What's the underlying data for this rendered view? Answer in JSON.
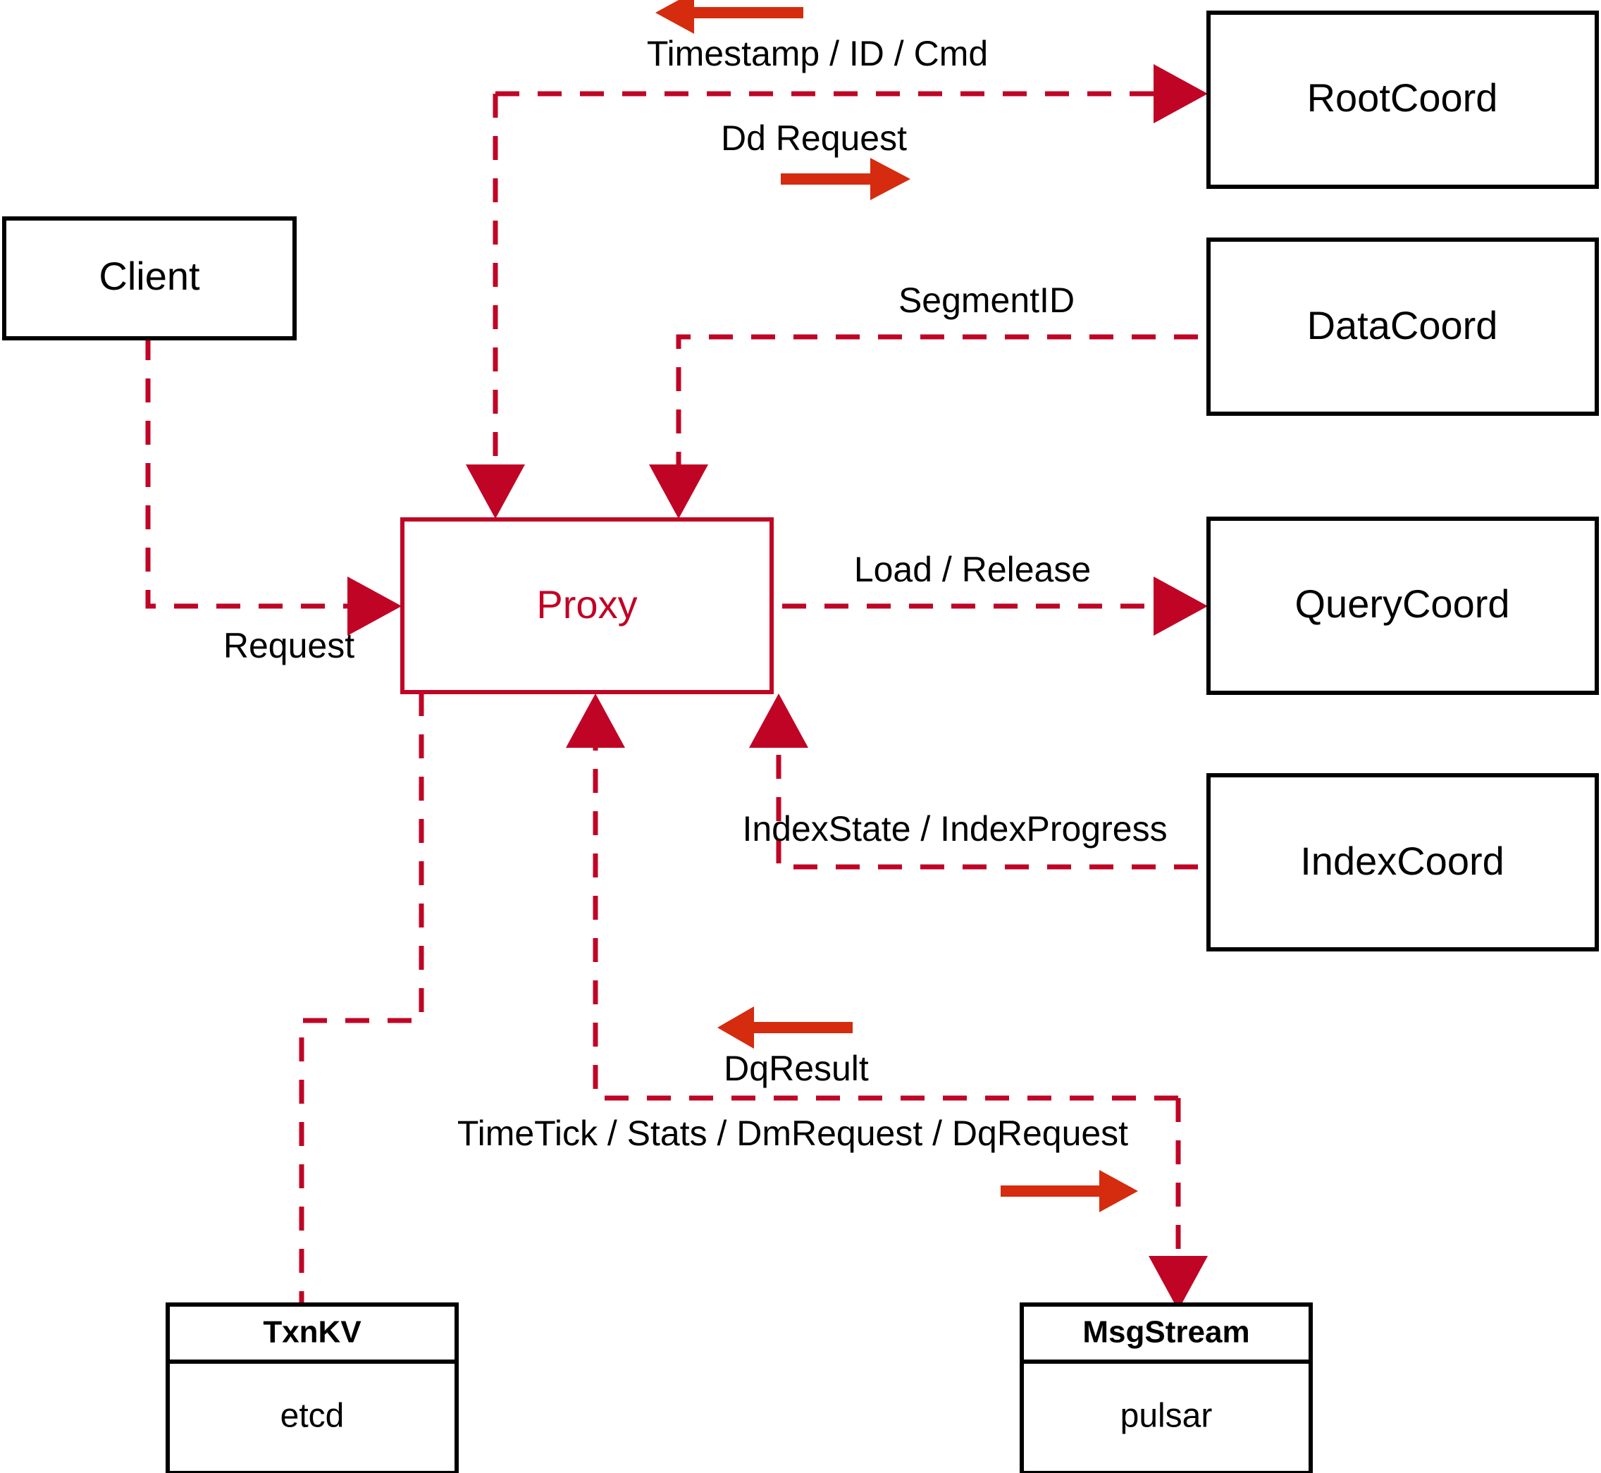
{
  "diagram": {
    "title": "Milvus Proxy interaction diagram",
    "colors": {
      "flow": "#C00425",
      "accent_arrow": "#D52B0E",
      "node_border": "#000000",
      "background": "#ffffff"
    },
    "nodes": [
      {
        "id": "client",
        "label": "Client",
        "style": "black"
      },
      {
        "id": "proxy",
        "label": "Proxy",
        "style": "red"
      },
      {
        "id": "rootcoord",
        "label": "RootCoord",
        "style": "black"
      },
      {
        "id": "datacoord",
        "label": "DataCoord",
        "style": "black"
      },
      {
        "id": "querycoord",
        "label": "QueryCoord",
        "style": "black"
      },
      {
        "id": "indexcoord",
        "label": "IndexCoord",
        "style": "black"
      },
      {
        "id": "txnkv",
        "label": "TxnKV",
        "sub": "etcd",
        "style": "black-split"
      },
      {
        "id": "msgstream",
        "label": "MsgStream",
        "sub": "pulsar",
        "style": "black-split"
      }
    ],
    "edges": [
      {
        "id": "client-proxy",
        "label": "Request",
        "from": "client",
        "to": "proxy"
      },
      {
        "id": "proxy-rootcoord",
        "label": "Dd Request",
        "from": "proxy",
        "to": "rootcoord"
      },
      {
        "id": "rootcoord-proxy",
        "label": "Timestamp / ID / Cmd",
        "from": "rootcoord",
        "to": "proxy"
      },
      {
        "id": "datacoord-proxy",
        "label": "SegmentID",
        "from": "datacoord",
        "to": "proxy"
      },
      {
        "id": "proxy-querycoord",
        "label": "Load / Release",
        "from": "proxy",
        "to": "querycoord"
      },
      {
        "id": "indexcoord-proxy",
        "label": "IndexState / IndexProgress",
        "from": "indexcoord",
        "to": "proxy"
      },
      {
        "id": "msgstream-proxy",
        "label": "DqResult",
        "from": "msgstream",
        "to": "proxy"
      },
      {
        "id": "proxy-msgstream",
        "label": "TimeTick / Stats / DmRequest / DqRequest",
        "from": "proxy",
        "to": "msgstream"
      },
      {
        "id": "proxy-txnkv",
        "label": "",
        "from": "proxy",
        "to": "txnkv"
      }
    ]
  }
}
